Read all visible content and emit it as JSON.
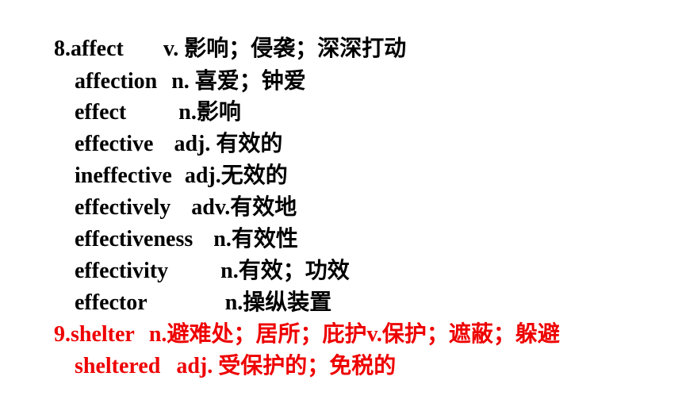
{
  "colors": {
    "default": "#000000",
    "highlight": "#ee0000"
  },
  "entries": [
    {
      "word": "8.affect",
      "pos": "v.",
      "meaning": "影响；侵袭；深深打动",
      "highlighted": false
    },
    {
      "word": "affection",
      "pos": "n.",
      "meaning": "喜爱；钟爱",
      "highlighted": false
    },
    {
      "word": "effect",
      "pos": "n.",
      "meaning": "影响",
      "highlighted": false
    },
    {
      "word": "effective",
      "pos": "adj.",
      "meaning": "有效的",
      "highlighted": false
    },
    {
      "word": "ineffective",
      "pos": "adj.",
      "meaning": "无效的",
      "highlighted": false
    },
    {
      "word": "effectively",
      "pos": "adv.",
      "meaning": "有效地",
      "highlighted": false
    },
    {
      "word": "effectiveness",
      "pos": "n.",
      "meaning": "有效性",
      "highlighted": false
    },
    {
      "word": "effectivity",
      "pos": "n.",
      "meaning": "有效；功效",
      "highlighted": false
    },
    {
      "word": "effector",
      "pos": "n.",
      "meaning": "操纵装置",
      "highlighted": false
    },
    {
      "word": "9.shelter",
      "pos": "n.",
      "meaning": "避难处；居所；庇护",
      "pos2": "v.",
      "meaning2": "保护；遮蔽；躲避",
      "highlighted": true
    },
    {
      "word": "sheltered",
      "pos": "adj.",
      "meaning": "受保护的；免税的",
      "highlighted": true
    }
  ]
}
